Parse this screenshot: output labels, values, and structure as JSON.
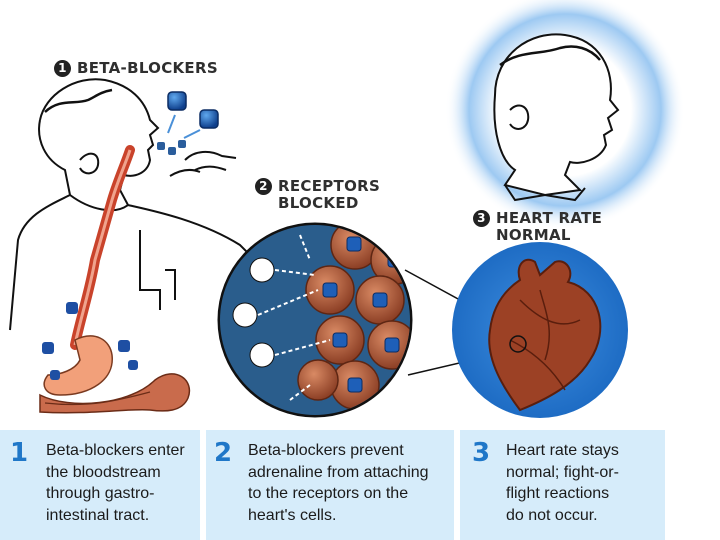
{
  "labels": {
    "step1": {
      "number": "1",
      "lines": [
        "BETA-BLOCKERS"
      ]
    },
    "step2": {
      "number": "2",
      "lines": [
        "RECEPTORS",
        "BLOCKED"
      ]
    },
    "step3": {
      "number": "3",
      "lines": [
        "HEART RATE",
        "NORMAL"
      ]
    }
  },
  "panels": [
    {
      "number": "1",
      "lines": [
        "Beta-blockers enter",
        "the bloodstream",
        "through gastro-",
        "intestinal tract."
      ]
    },
    {
      "number": "2",
      "lines": [
        "Beta-blockers prevent",
        "adrenaline from attaching",
        "to the receptors on the",
        "heart's cells."
      ]
    },
    {
      "number": "3",
      "lines": [
        "Heart rate stays",
        "normal; fight-or-",
        "flight reactions",
        "do not occur."
      ]
    }
  ],
  "colors": {
    "panel_bg": "#d6ecfa",
    "panel_number": "#1f77c8",
    "drug_pill": "#1e4fa3",
    "cell": "#b05a3c",
    "receptor_circle_bg": "#2a5d8c",
    "glow": "#2d7fd8",
    "heart": "#9c4125",
    "stomach": "#f2a07a"
  },
  "icons": [
    "man-swallowing-pill",
    "stomach",
    "receptor-magnifier",
    "calm-man-head",
    "heart"
  ]
}
